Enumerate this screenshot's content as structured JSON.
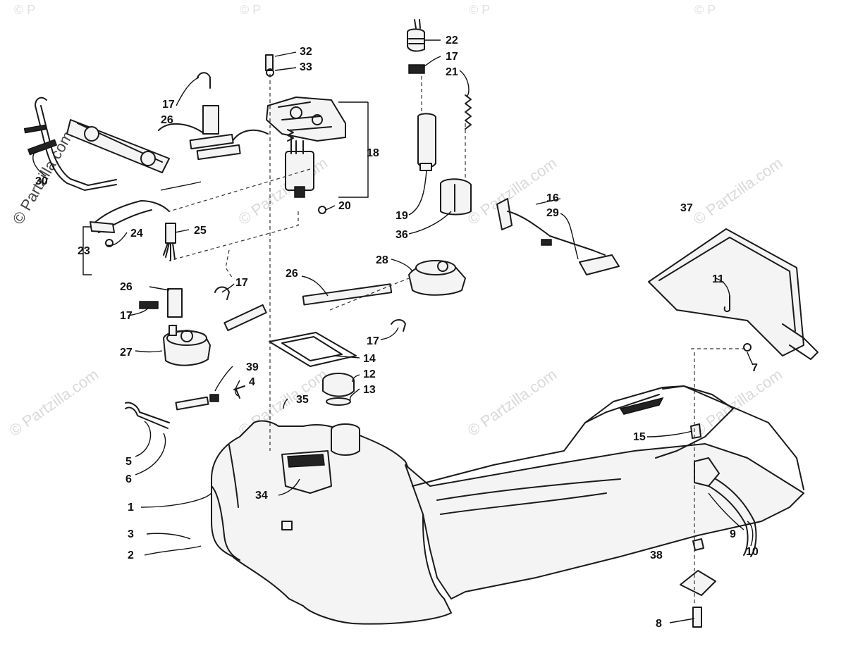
{
  "watermark": {
    "side_text": "© Partzilla.com",
    "repeat_text": "© Partzilla.com",
    "corner_text": "© P"
  },
  "callouts": [
    "1",
    "2",
    "3",
    "4",
    "5",
    "6",
    "7",
    "8",
    "9",
    "10",
    "11",
    "12",
    "13",
    "14",
    "15",
    "16",
    "17",
    "18",
    "19",
    "20",
    "21",
    "22",
    "23",
    "24",
    "25",
    "26",
    "27",
    "28",
    "29",
    "30",
    "32",
    "33",
    "34",
    "35",
    "36",
    "37",
    "38",
    "39"
  ],
  "labels": {
    "c1": "1",
    "c2": "2",
    "c3": "3",
    "c4": "4",
    "c5": "5",
    "c6": "6",
    "c7": "7",
    "c8": "8",
    "c9": "9",
    "c10": "10",
    "c11": "11",
    "c12": "12",
    "c13": "13",
    "c14": "14",
    "c15": "15",
    "c16": "16",
    "c17a": "17",
    "c17b": "17",
    "c17c": "17",
    "c17d": "17",
    "c17e": "17",
    "c18": "18",
    "c19": "19",
    "c20": "20",
    "c21": "21",
    "c22": "22",
    "c23": "23",
    "c24": "24",
    "c25": "25",
    "c26a": "26",
    "c26b": "26",
    "c26c": "26",
    "c27": "27",
    "c28": "28",
    "c29": "29",
    "c30": "30",
    "c32": "32",
    "c33": "33",
    "c34": "34",
    "c35": "35",
    "c36": "36",
    "c37": "37",
    "c38": "38",
    "c39": "39"
  }
}
